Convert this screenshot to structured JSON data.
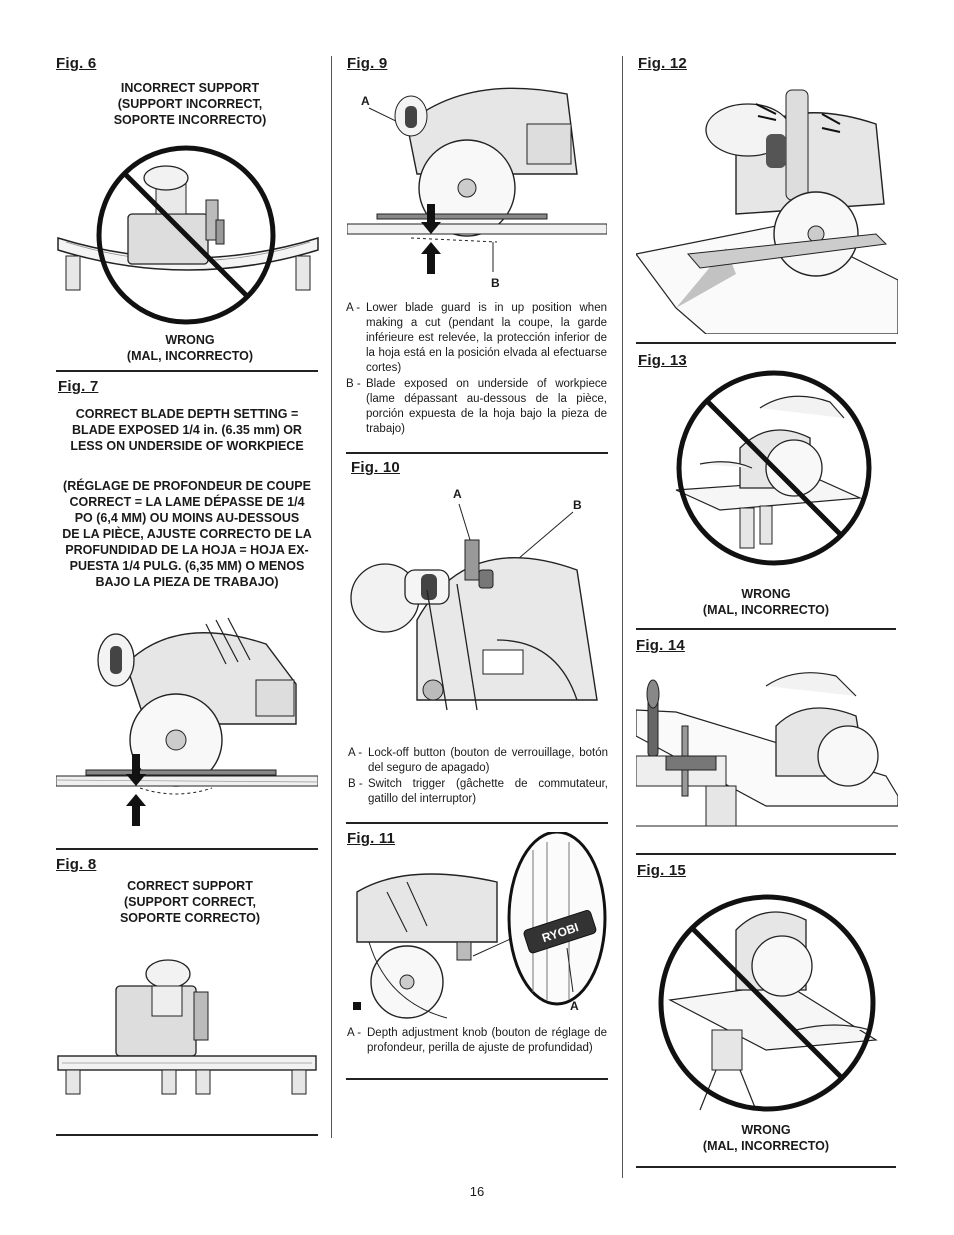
{
  "page_number": "16",
  "fig6": {
    "title": "Fig. 6",
    "caption": [
      "INCORRECT SUPPORT",
      "(SUPPORT INCORRECT,",
      "SOPORTE INCORRECTO)"
    ],
    "wrong": [
      "WRONG",
      "(MAL, INCORRECTO)"
    ]
  },
  "fig7": {
    "title": "Fig. 7",
    "caption_en": [
      "CORRECT BLADE DEPTH SETTING =",
      "BLADE EXPOSED 1/4 in. (6.35 mm) OR",
      "LESS ON UNDERSIDE OF WORKPIECE"
    ],
    "caption_fr_es": [
      "(RÉGLAGE DE PROFONDEUR DE COUPE",
      "CORRECT = LA LAME DÉPASSE DE 1/4",
      "PO (6,4 MM) OU MOINS AU-DESSOUS",
      "DE LA PIÈCE, AJUSTE CORRECTO DE LA",
      "PROFUNDIDAD DE LA HOJA = HOJA EX-",
      "PUESTA 1/4 PULG. (6,35 MM) O MENOS",
      "BAJO LA PIEZA DE TRABAJO)"
    ]
  },
  "fig8": {
    "title": "Fig. 8",
    "caption": [
      "CORRECT SUPPORT",
      "(SUPPORT CORRECT,",
      "SOPORTE CORRECTO)"
    ]
  },
  "fig9": {
    "title": "Fig. 9",
    "label_a": "A",
    "label_b": "B",
    "legend": [
      {
        "key": "A -",
        "text": "Lower blade guard is in up position when making a cut (pendant la coupe, la garde inférieure est relevée, la protección inferior de la hoja está en la posición elvada al efectuarse cortes)"
      },
      {
        "key": "B -",
        "text": "Blade exposed on underside of workpiece (lame dépassant au-dessous de la pièce, porción expuesta de la hoja bajo la pieza de trabajo)"
      }
    ]
  },
  "fig10": {
    "title": "Fig. 10",
    "label_a": "A",
    "label_b": "B",
    "legend": [
      {
        "key": "A -",
        "text": "Lock-off button (bouton de verrouillage, botón del seguro de apagado)"
      },
      {
        "key": "B -",
        "text": "Switch trigger (gâchette de commutateur, gatillo del interruptor)"
      }
    ]
  },
  "fig11": {
    "title": "Fig. 11",
    "label_a": "A",
    "brand": "RYOBI",
    "legend": [
      {
        "key": "A -",
        "text": "Depth adjustment knob (bouton de réglage de profondeur, perilla de ajuste de profundidad)"
      }
    ]
  },
  "fig12": {
    "title": "Fig. 12"
  },
  "fig13": {
    "title": "Fig. 13",
    "wrong": [
      "WRONG",
      "(MAL, INCORRECTO)"
    ]
  },
  "fig14": {
    "title": "Fig. 14"
  },
  "fig15": {
    "title": "Fig. 15",
    "wrong": [
      "WRONG",
      "(MAL, INCORRECTO)"
    ]
  }
}
